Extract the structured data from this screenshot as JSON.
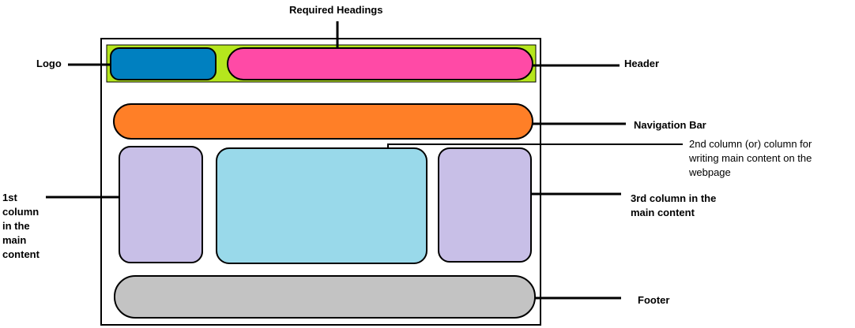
{
  "labels": {
    "required_headings": "Required Headings",
    "logo": "Logo",
    "header": "Header",
    "navigation_bar": "Navigation Bar",
    "column_2": "2nd column (or) column for writing main content on the webpage",
    "column_3": "3rd column in the main content",
    "column_1": "1st column in the main content",
    "footer": "Footer"
  },
  "colors": {
    "header_band": "#b5e61d",
    "logo": "#0080c0",
    "headings": "#ff4aa6",
    "navigation": "#ff7f27",
    "side_column": "#c8bfe7",
    "main_column": "#99d9ea",
    "footer": "#c3c3c3",
    "outline": "#000000"
  }
}
